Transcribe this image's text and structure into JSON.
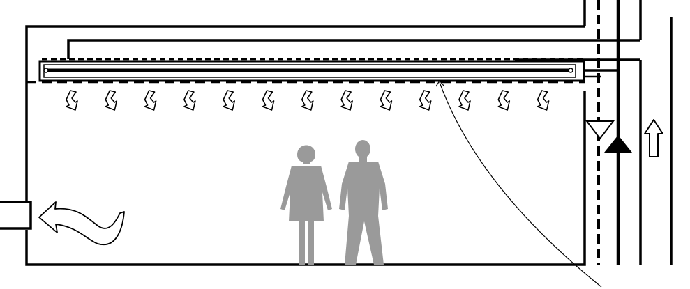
{
  "colors": {
    "line": "#000000",
    "figure": "#9a9a9a",
    "background": "#ffffff"
  },
  "diagram": {
    "room": "room-outline",
    "ceiling_duct": "ceiling-duct",
    "ceiling_panel": "ceiling-radiant-panel",
    "downward_flow_arrows": 13,
    "exhaust_flow": "curved-return-arrow",
    "occupants": [
      "woman-figure",
      "man-figure"
    ],
    "pipes": [
      "supply-pipe-dashed",
      "return-pipe-solid"
    ],
    "flow_markers": [
      "down-triangle-marker",
      "up-triangle-marker",
      "up-hollow-arrow"
    ],
    "leader": "leader-line"
  }
}
